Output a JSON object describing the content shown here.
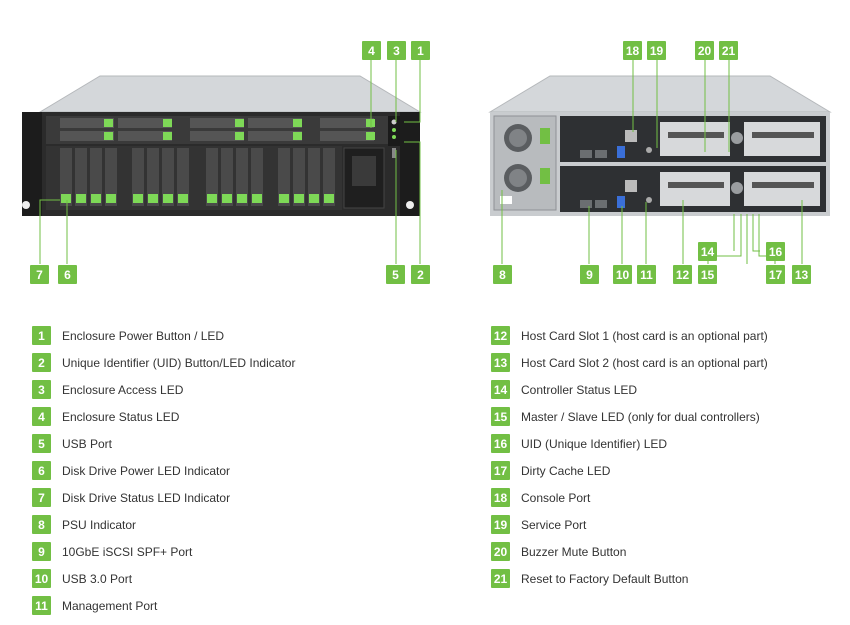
{
  "colors": {
    "accent": "#72bf44",
    "text": "#333333",
    "chassis_dark": "#2b2b2b",
    "chassis_metal": "#c9cccf",
    "drive_led": "#7ed957"
  },
  "front_panel": {
    "callouts": [
      "1",
      "2",
      "3",
      "4",
      "5",
      "6",
      "7"
    ]
  },
  "rear_panel": {
    "callouts": [
      "8",
      "9",
      "10",
      "11",
      "12",
      "13",
      "14",
      "15",
      "16",
      "17",
      "18",
      "19",
      "20",
      "21"
    ]
  },
  "legend_left": [
    {
      "num": "1",
      "label": "Enclosure Power Button / LED"
    },
    {
      "num": "2",
      "label": "Unique Identifier (UID) Button/LED Indicator"
    },
    {
      "num": "3",
      "label": "Enclosure Access LED"
    },
    {
      "num": "4",
      "label": "Enclosure Status LED"
    },
    {
      "num": "5",
      "label": "USB Port"
    },
    {
      "num": "6",
      "label": "Disk Drive Power LED Indicator"
    },
    {
      "num": "7",
      "label": "Disk Drive Status LED Indicator"
    },
    {
      "num": "8",
      "label": "PSU Indicator"
    },
    {
      "num": "9",
      "label": "10GbE iSCSI SPF+ Port"
    },
    {
      "num": "10",
      "label": "USB 3.0 Port"
    },
    {
      "num": "11",
      "label": "Management Port"
    }
  ],
  "legend_right": [
    {
      "num": "12",
      "label": "Host Card Slot 1 (host card is an optional part)"
    },
    {
      "num": "13",
      "label": "Host Card Slot 2 (host card is an optional part)"
    },
    {
      "num": "14",
      "label": "Controller Status LED"
    },
    {
      "num": "15",
      "label": "Master / Slave LED (only for dual controllers)"
    },
    {
      "num": "16",
      "label": "UID (Unique Identifier) LED"
    },
    {
      "num": "17",
      "label": "Dirty Cache LED"
    },
    {
      "num": "18",
      "label": "Console Port"
    },
    {
      "num": "19",
      "label": "Service Port"
    },
    {
      "num": "20",
      "label": "Buzzer Mute Button"
    },
    {
      "num": "21",
      "label": "Reset to Factory Default Button"
    }
  ]
}
